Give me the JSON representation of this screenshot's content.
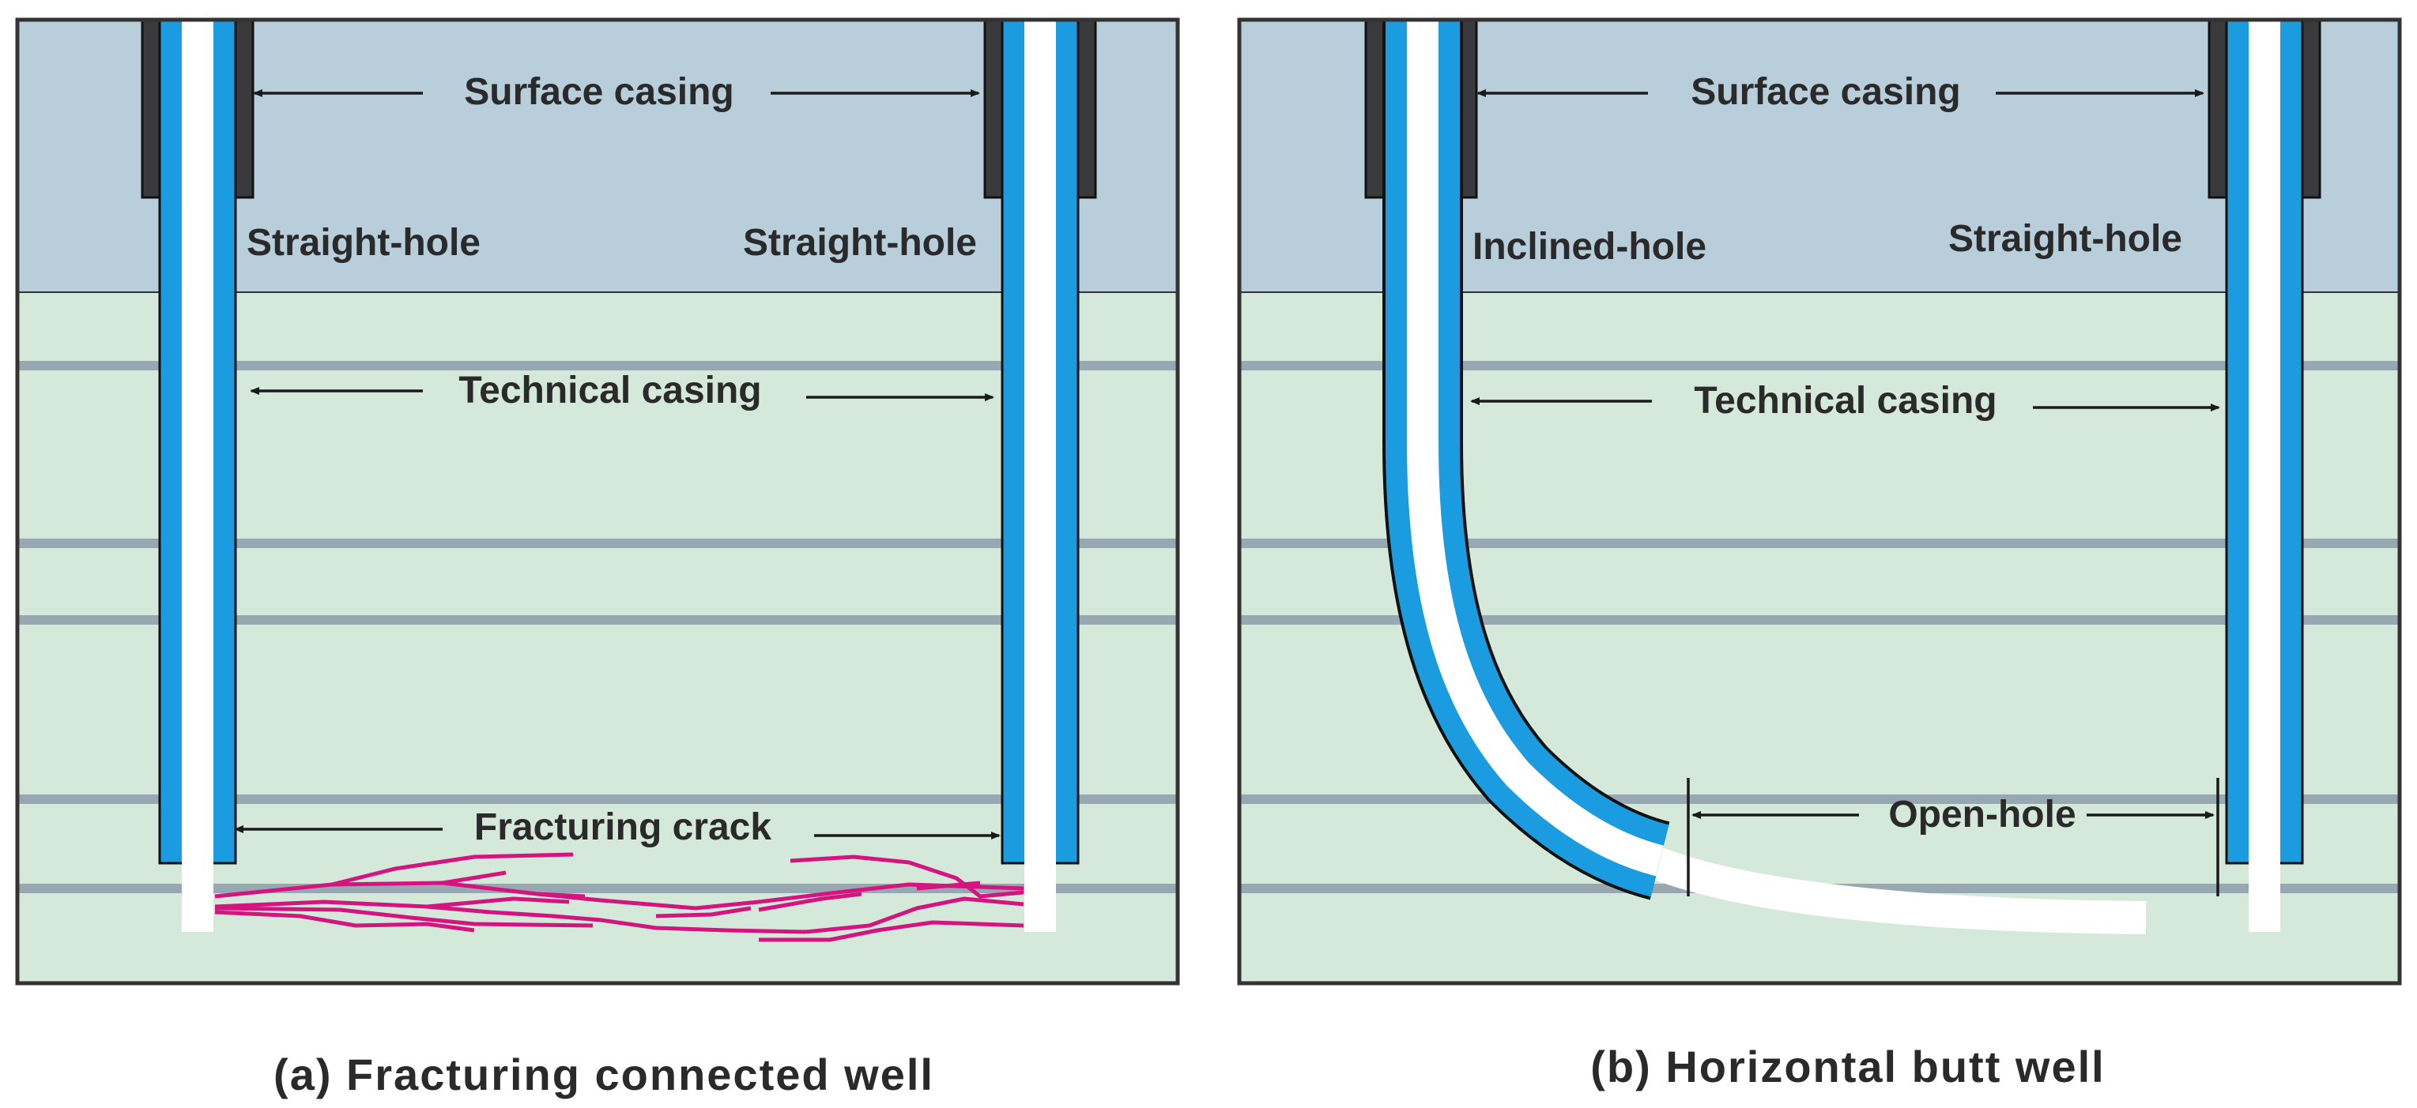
{
  "colors": {
    "surface_layer": "#b8cfdb",
    "ground_layer": "#d5e9da",
    "strata_line": "#98a8b2",
    "casing_blue": "#1b9ce0",
    "casing_outline": "#1a1a1a",
    "surface_casing": "#3a3a3c",
    "open_hole": "#ffffff",
    "fracture": "#d4157f",
    "frame": "#333333",
    "text": "#2a2a2a"
  },
  "panel_a": {
    "surface_casing_label": "Surface casing",
    "left_well_label": "Straight-hole",
    "right_well_label": "Straight-hole",
    "technical_casing_label": "Technical casing",
    "fracture_label": "Fracturing crack",
    "caption": "(a) Fracturing connected well"
  },
  "panel_b": {
    "surface_casing_label": "Surface casing",
    "left_well_label": "Inclined-hole",
    "right_well_label": "Straight-hole",
    "technical_casing_label": "Technical casing",
    "open_hole_label": "Open-hole",
    "caption": "(b) Horizontal butt well"
  }
}
